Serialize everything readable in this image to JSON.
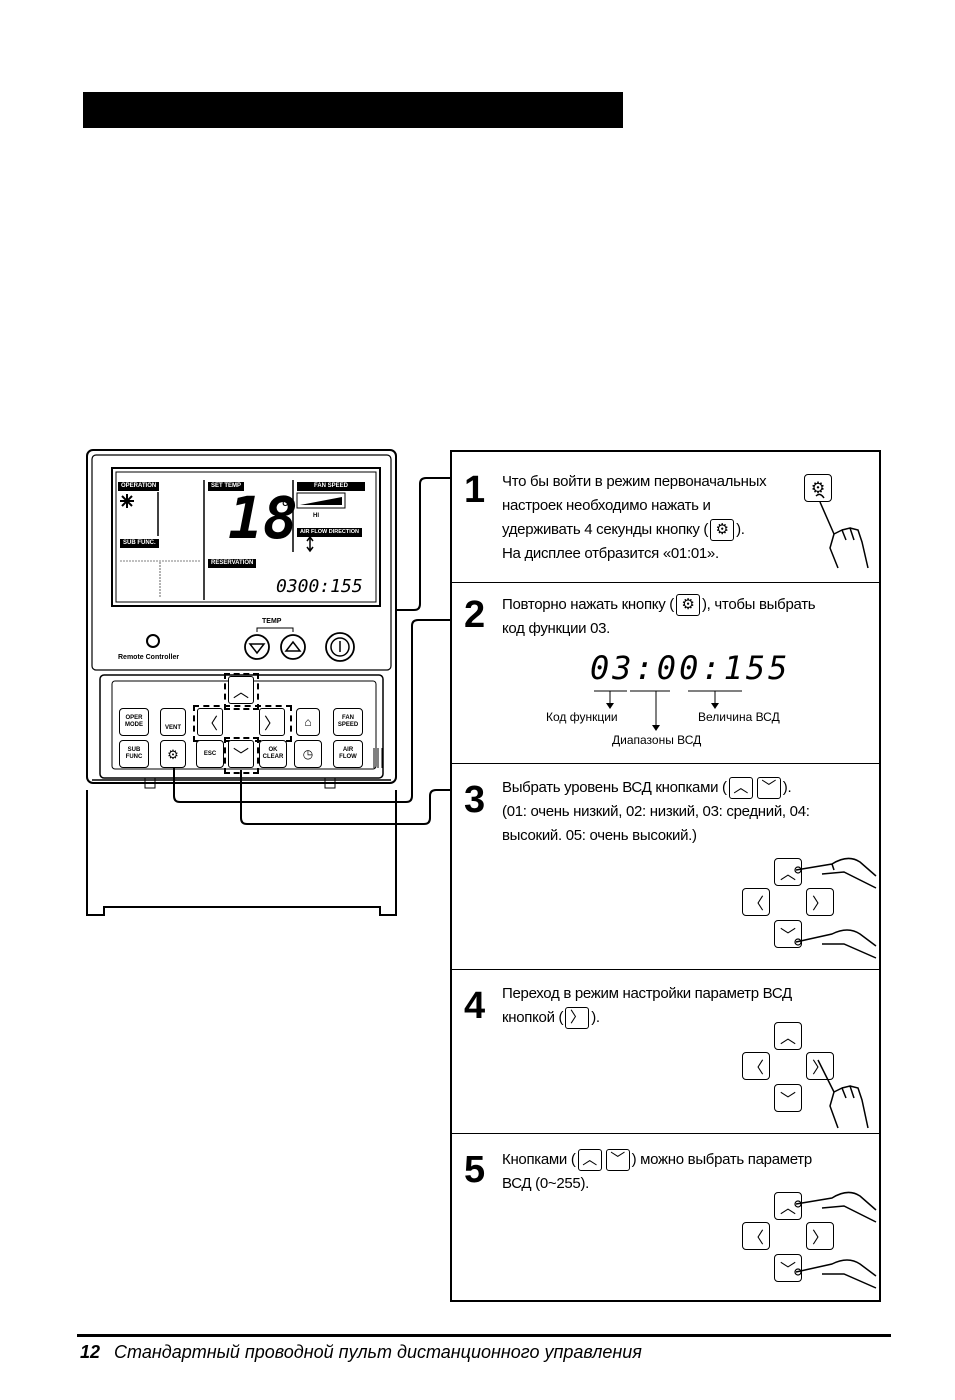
{
  "remote": {
    "lcd": {
      "operation": "OPERATION",
      "set_temp": "SET TEMP",
      "fan_speed": "FAN SPEED",
      "temp_value": "18",
      "degree": "°C",
      "fan_level": "HI",
      "air_flow_direction": "AIR FLOW DIRECTION",
      "sub_func": "SUB FUNC.",
      "reservation": "RESERVATION",
      "readout": "0300:155"
    },
    "temp_label": "TEMP",
    "brand_label": "Remote Controller",
    "buttons": {
      "oper_mode": "OPER MODE",
      "vent": "VENT",
      "fan_speed": "FAN SPEED",
      "sub_func": "SUB FUNC",
      "esc": "ESC",
      "ok_clear": "OK CLEAR",
      "air_flow": "AIR FLOW"
    }
  },
  "steps": [
    {
      "number": "1",
      "lines": [
        "Что бы войти в режим первоначальных",
        "настроек необходимо нажать и",
        "удерживать 4 секунды кнопку (",
        "На дисплее отбразится «01:01»."
      ],
      "line3_tail": ")."
    },
    {
      "number": "2",
      "line1_a": "Повторно нажать кнопку (",
      "line1_b": "), чтобы выбрать",
      "line2": "код функции 03.",
      "display": "03:00:155",
      "label_code": "Код функции",
      "label_range": "Диапазоны ВСД",
      "label_value": "Величина ВСД"
    },
    {
      "number": "3",
      "line1_a": "Выбрать уровень ВСД кнопками (",
      "line1_b": ").",
      "line2": "(01: очень низкий, 02: низкий, 03: средний, 04:",
      "line3": "высокий. 05: очень высокий.)"
    },
    {
      "number": "4",
      "line1": "Переход в режим настройки параметр ВСД",
      "line2_a": "кнопкой (",
      "line2_b": ")."
    },
    {
      "number": "5",
      "line1_a": "Кнопками (",
      "line1_b": ") можно выбрать параметр",
      "line2": "ВСД (0~255)."
    }
  ],
  "footer": {
    "page_number": "12",
    "title": "Стандартный проводной пульт дистанционного управления"
  }
}
